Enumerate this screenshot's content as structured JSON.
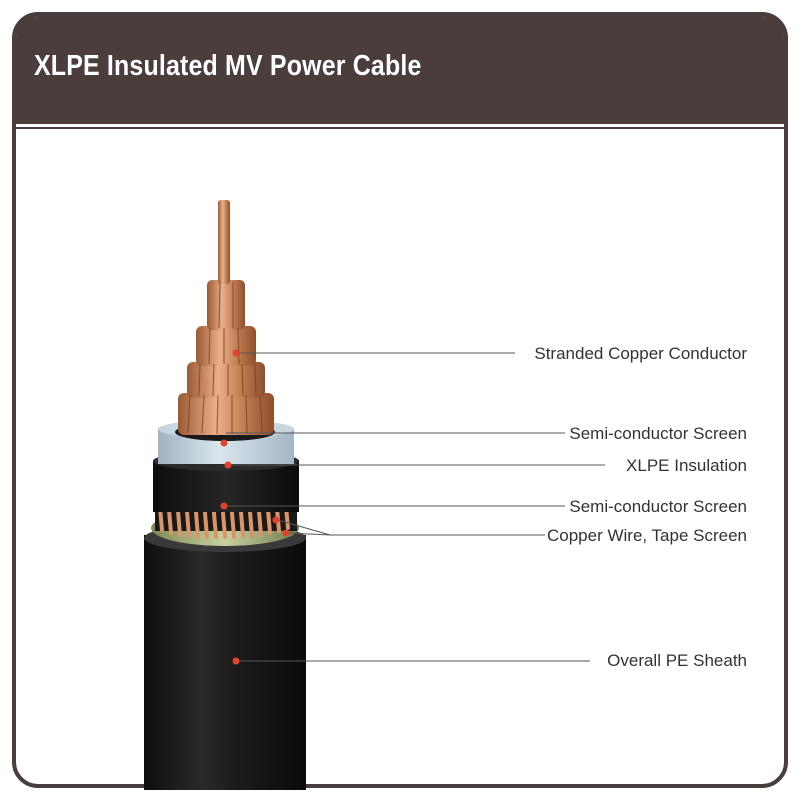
{
  "header": {
    "title": "XLPE Insulated MV Power Cable"
  },
  "colors": {
    "header_background": "#4a3d3c",
    "frame_border": "#4a3d3c",
    "copper": "#c9875a",
    "xlpe": "#b9cbd6",
    "sheath": "#1c1b1b",
    "marker_dot": "#e0452c"
  },
  "layers": [
    {
      "label": "Stranded Copper Conductor"
    },
    {
      "label": "Semi-conductor Screen"
    },
    {
      "label": "XLPE Insulation"
    },
    {
      "label": "Semi-conductor Screen"
    },
    {
      "label": "Copper Wire, Tape Screen"
    },
    {
      "label": "Overall PE Sheath"
    }
  ]
}
